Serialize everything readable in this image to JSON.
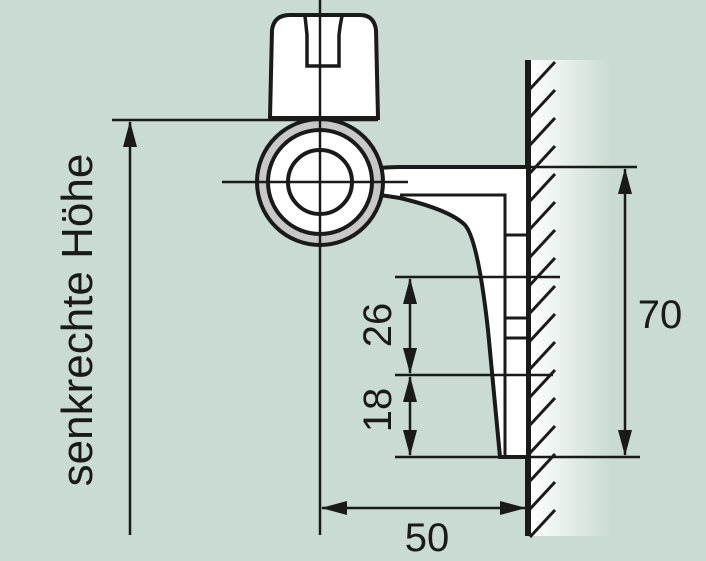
{
  "labels": {
    "vertical_height": "senkrechte Höhe",
    "dim_70": "70",
    "dim_26": "26",
    "dim_18": "18",
    "dim_50": "50"
  },
  "colors": {
    "background": "#c9dbd2",
    "line": "#1a1a1a",
    "ring": "#c8c8c8",
    "part_fill": "#ffffff"
  }
}
